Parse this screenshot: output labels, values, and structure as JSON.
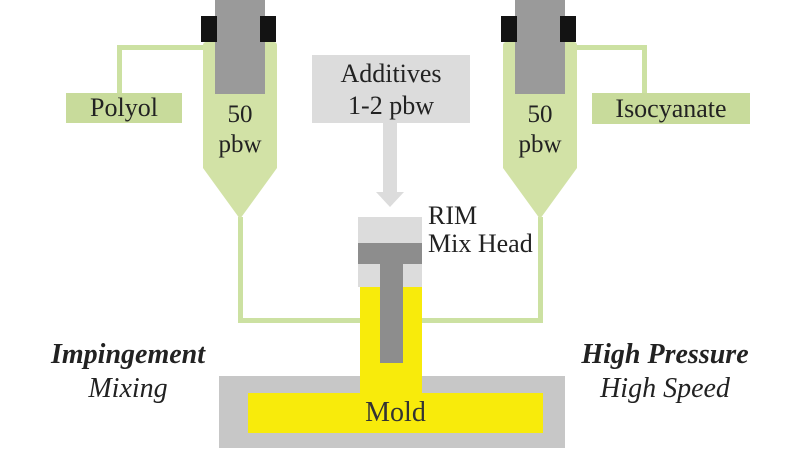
{
  "colors": {
    "background": "#ffffff",
    "tank_green": "#d2e2a6",
    "label_green": "#c8db9b",
    "pipe_green": "#cce1a2",
    "light_gray": "#dcdcdc",
    "piston_gray": "#9a9a9a",
    "dark_gray": "#8d8d8d",
    "cap_black": "#131313",
    "yellow": "#f8eb0b",
    "mold_gray": "#c7c7c7",
    "text": "#222222"
  },
  "left_supply": {
    "material": "Polyol",
    "amount_line1": "50",
    "amount_line2": "pbw"
  },
  "right_supply": {
    "material": "Isocyanate",
    "amount_line1": "50",
    "amount_line2": "pbw"
  },
  "additives": {
    "line1": "Additives",
    "line2": "1-2 pbw"
  },
  "mix_head": {
    "line1": "RIM",
    "line2": "Mix Head"
  },
  "mold": {
    "label": "Mold"
  },
  "annotations": {
    "left_line1": "Impingement",
    "left_line2": "Mixing",
    "right_line1": "High Pressure",
    "right_line2": "High Speed"
  }
}
